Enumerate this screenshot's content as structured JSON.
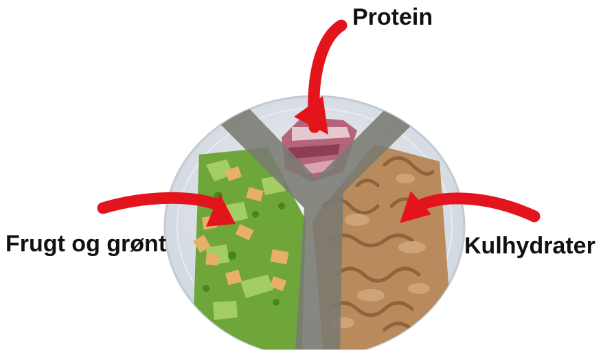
{
  "labels": {
    "protein": "Protein",
    "fruit_veg": "Frugt og grønt",
    "carbs": "Kulhydrater"
  },
  "colors": {
    "arrow": "#e3141b",
    "divider": "#7a7a72",
    "plate": "#dde3ea",
    "salad": "#6fa63a",
    "pasta": "#b98a5c",
    "meat": "#b5657a",
    "label_text": "#111111"
  },
  "icons": [
    "plate-photo",
    "y-divider",
    "arrow-icon"
  ]
}
